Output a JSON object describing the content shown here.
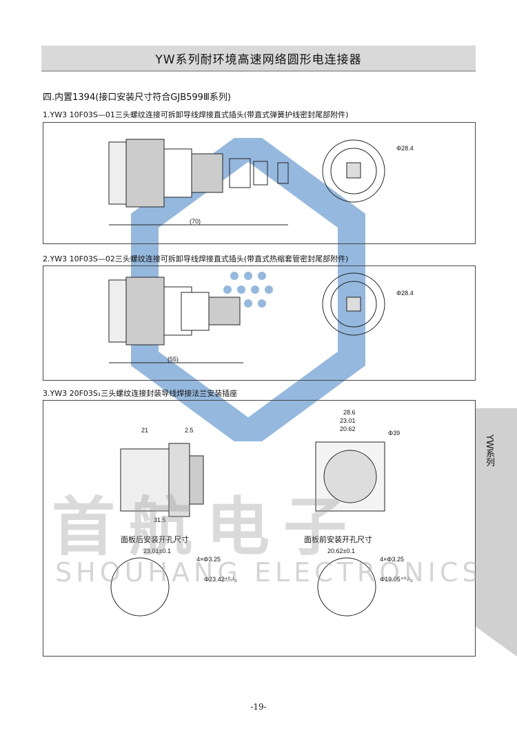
{
  "header": {
    "title": "YW系列耐环境高速网络圆形电连接器"
  },
  "section": {
    "title": "四.内置1394(接口安装尺寸符合GJB599Ⅲ系列)"
  },
  "items": [
    {
      "label": "1.YW3  10F03S—01三头螺纹连接可拆卸导线焊接直式插头(带直式弹簧护线密封尾部附件)",
      "length": "(70)",
      "diameter": "Φ28.4"
    },
    {
      "label": "2.YW3  10F03S—02三头螺纹连接可拆卸导线焊接直式插头(带直式热缩套管密封尾部附件)",
      "length": "(55)",
      "diameter": "Φ28.4"
    },
    {
      "label": "3.YW3  20F03S₁三头螺纹连接封装导线焊接法兰安装插座",
      "dims": {
        "a": "21",
        "b": "2.5",
        "c": "31.5",
        "w1": "28.6",
        "w2": "23.01",
        "w3": "20.62",
        "dia": "Φ39"
      },
      "rear": {
        "title": "面板后安装开孔尺寸",
        "spacing": "23.01±0.1",
        "holes": "4×Φ3.25",
        "hole": "Φ23.42⁺⁰·¹₀"
      },
      "front": {
        "title": "面板前安装开孔尺寸",
        "spacing": "20.62±0.1",
        "holes": "4×Φ3.25",
        "hole": "Φ19.05⁺⁰·¹₀"
      }
    }
  ],
  "side_tab": "YW系列",
  "watermark": {
    "cn": "首航电子",
    "en": "SHOUHANG ELECTRONICS"
  },
  "page_number": "-19-",
  "colors": {
    "logo": "#3f7fc4",
    "header_bg": "#d9d9d9"
  }
}
